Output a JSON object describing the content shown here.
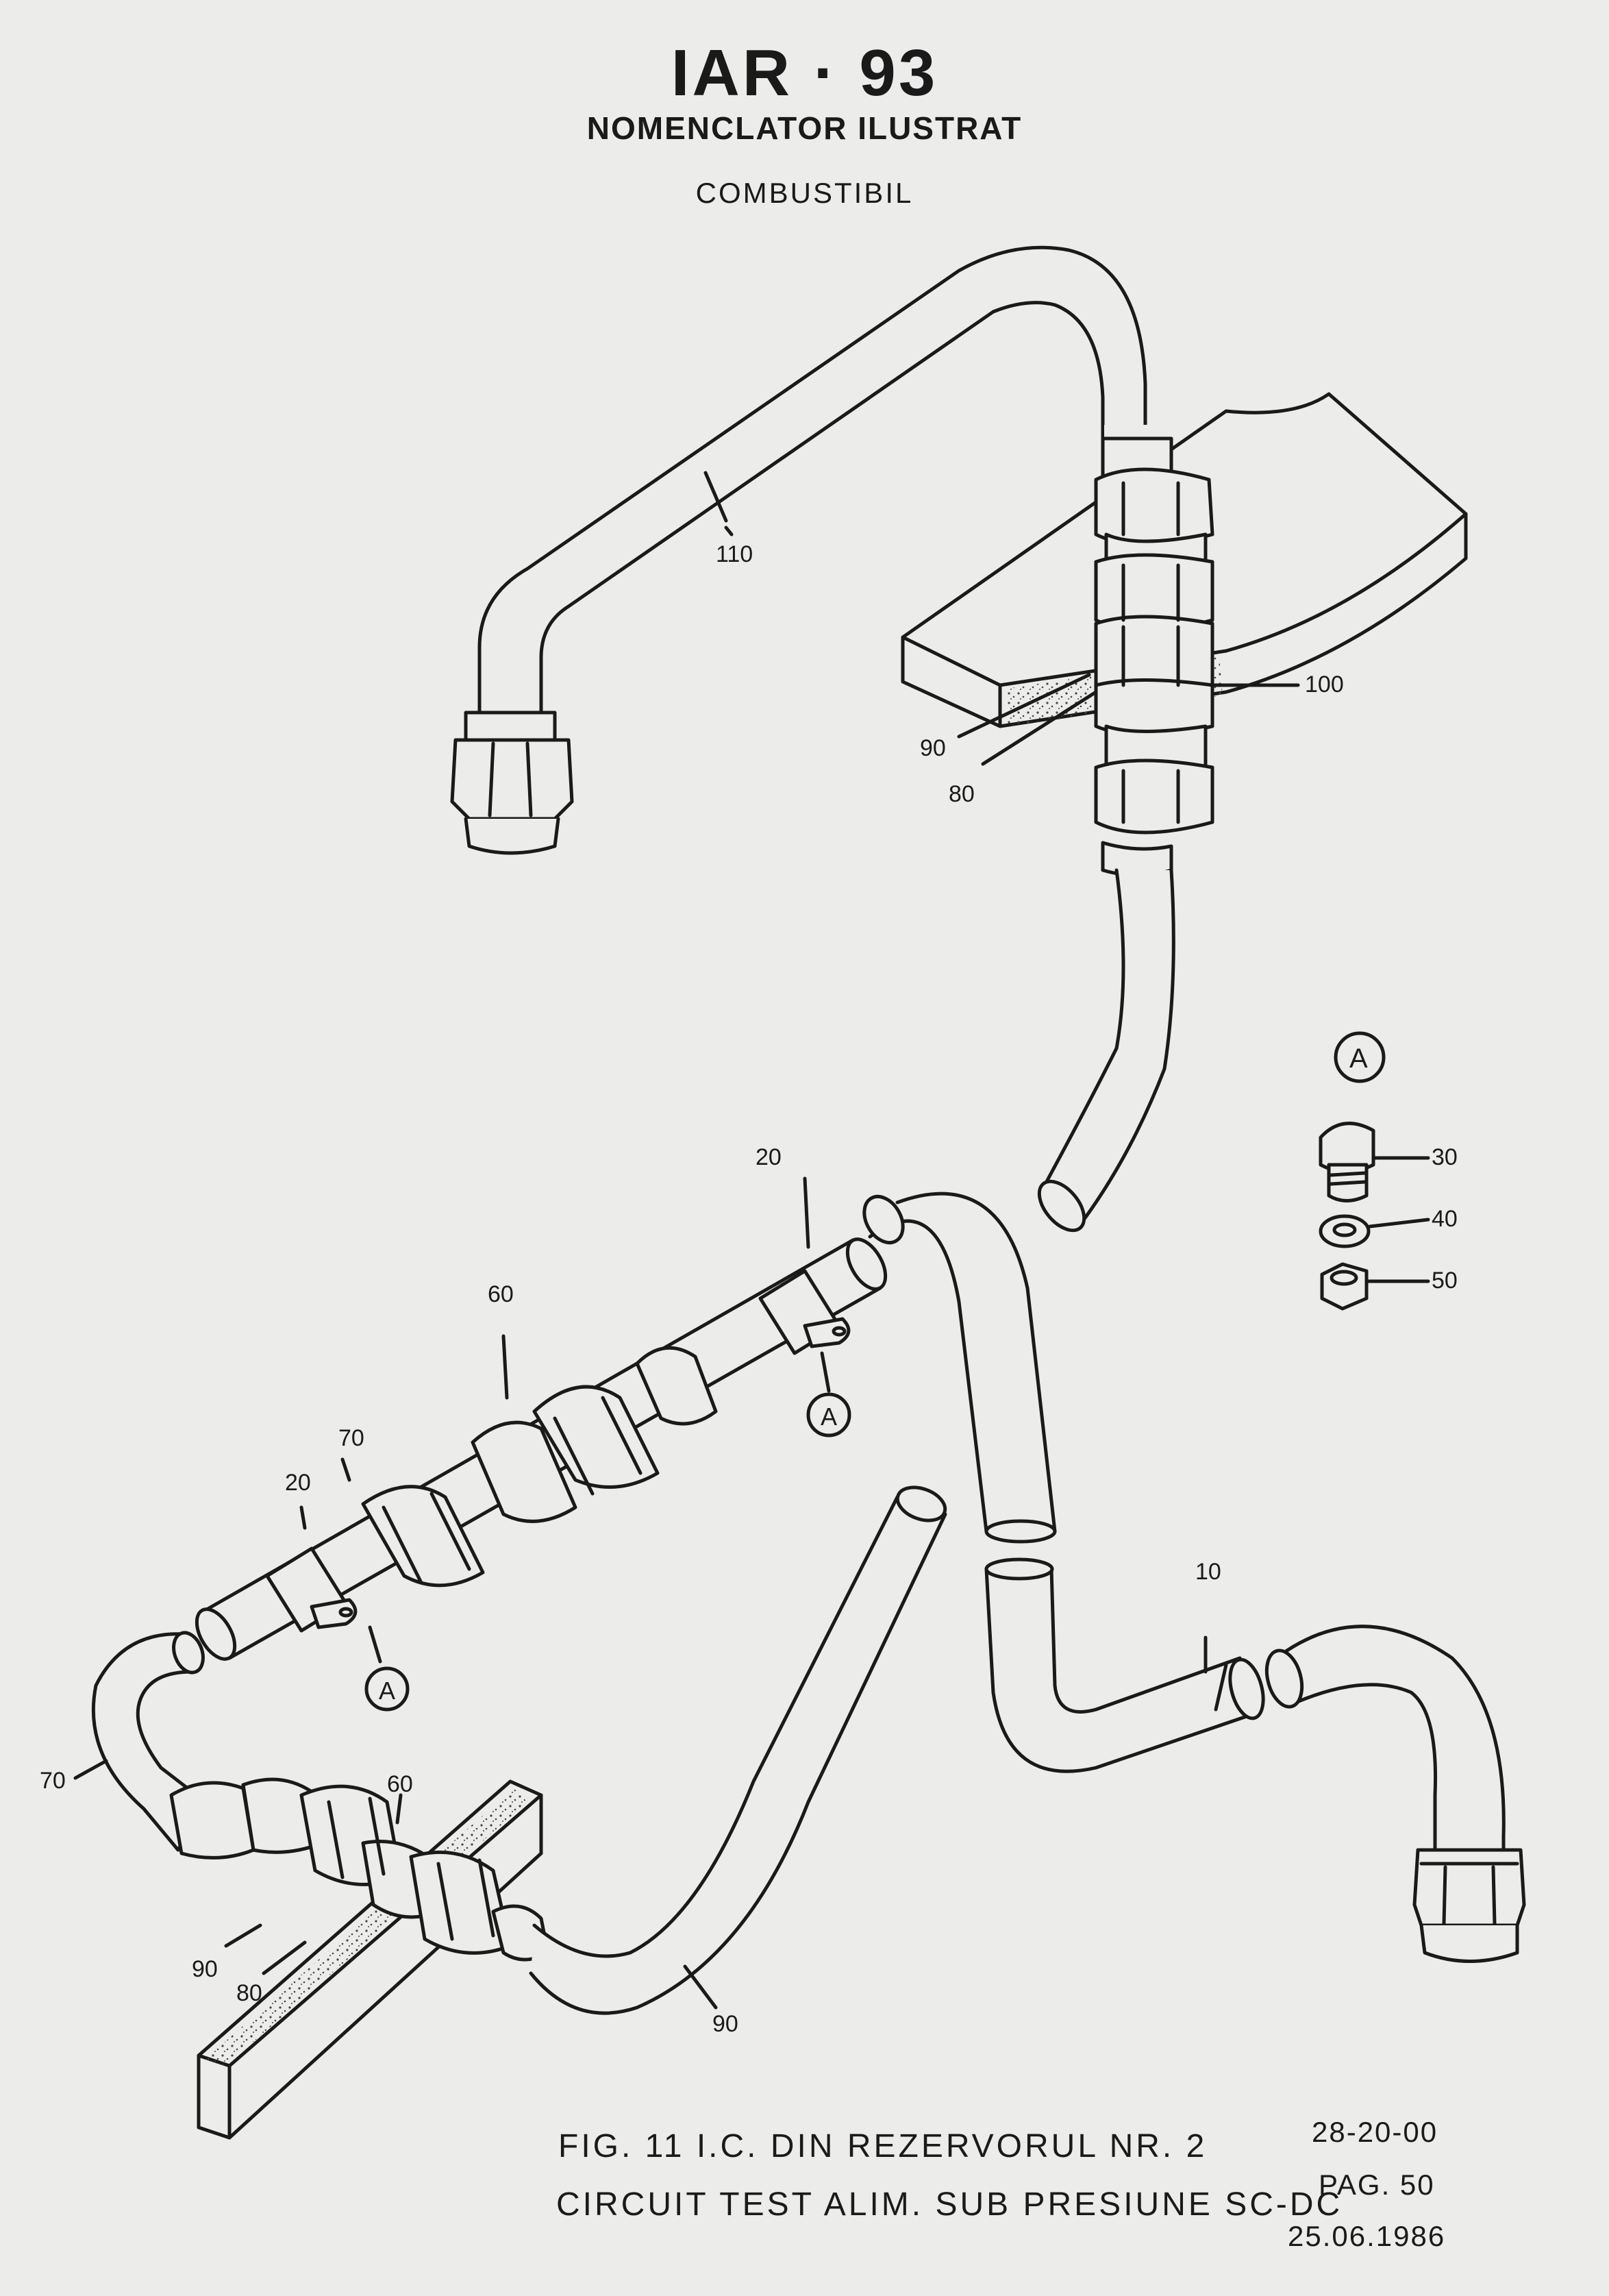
{
  "header": {
    "title": "IAR · 93",
    "subtitle": "NOMENCLATOR ILUSTRAT",
    "section": "COMBUSTIBIL"
  },
  "callouts": {
    "c110": "110",
    "c100": "100",
    "c90_top": "90",
    "c80_top": "80",
    "detail_A": "A",
    "c30": "30",
    "c40": "40",
    "c50": "50",
    "c20_right": "20",
    "c60_mid": "60",
    "c70_mid": "70",
    "c20_left": "20",
    "ref_A_right": "A",
    "ref_A_left": "A",
    "c10": "10",
    "c70_left": "70",
    "c60_low": "60",
    "c90_low": "90",
    "c80_low": "80",
    "c90_bottom": "90"
  },
  "caption": {
    "line1": "FIG. 11 I.C. DIN REZERVORUL NR. 2",
    "line2": "CIRCUIT TEST ALIM. SUB PRESIUNE SC-DC"
  },
  "reference": {
    "chapter": "28-20-00",
    "page": "PAG. 50",
    "date": "25.06.1986"
  }
}
